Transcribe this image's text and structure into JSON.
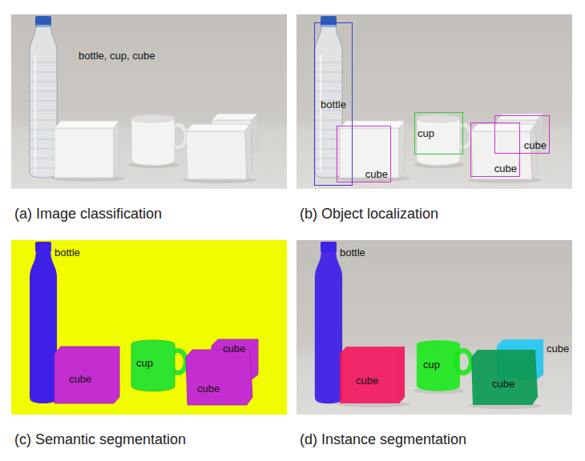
{
  "diagram": {
    "nodes": [
      {
        "text": [
          "(a) Image classification"
        ]
      },
      {
        "text": [
          "(b) Object localization"
        ]
      },
      {
        "text": [
          "bottle"
        ],
        "in": 1
      },
      {
        "text": [
          "cube"
        ],
        "in": 1
      },
      {
        "text": [
          "cup"
        ],
        "in": 1
      },
      {
        "text": [
          "cube"
        ],
        "in": 1
      },
      {
        "text": [
          "cube"
        ],
        "in": 1
      },
      {
        "text": [
          "(c) Semantic segmentation"
        ]
      },
      {
        "text": [
          "(d) Instance segmentation"
        ]
      }
    ],
    "labels": [
      "bottle, cup, cube",
      "bottle",
      "cube",
      "cup",
      "cube",
      "cube",
      "bottle",
      "cube",
      "cup",
      "cube",
      "cube"
    ]
  }
}
